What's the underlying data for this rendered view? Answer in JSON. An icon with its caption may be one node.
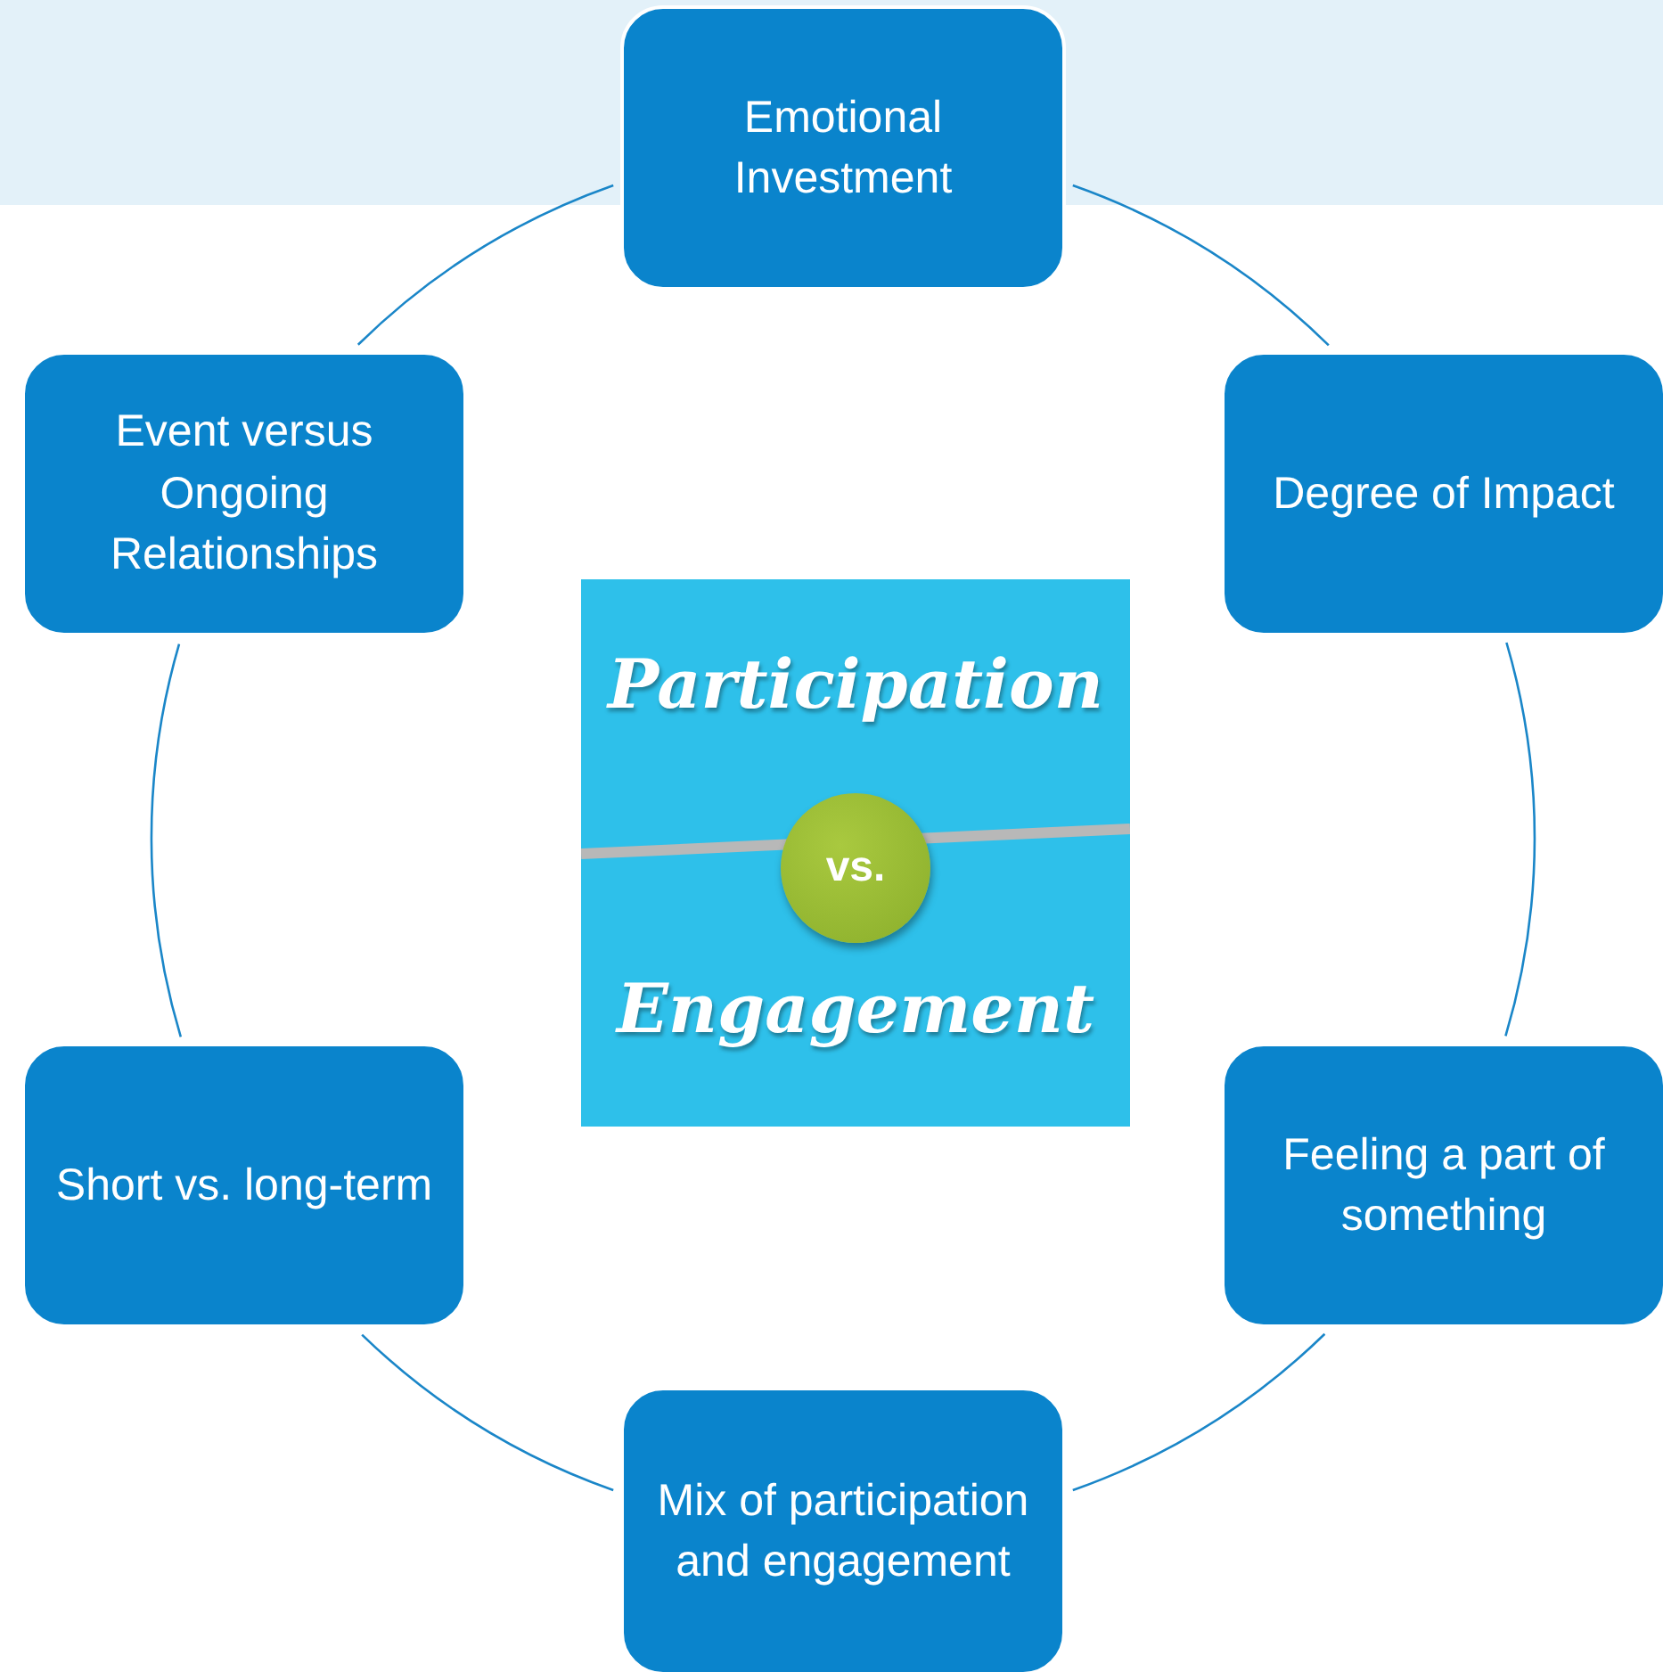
{
  "diagram": {
    "nodes": [
      {
        "text": [
          "Emotional Investment"
        ]
      },
      {
        "text": [
          "Degree of Impact"
        ]
      },
      {
        "text": [
          "Feeling a part of something"
        ]
      },
      {
        "text": [
          "Mix of participation and engagement"
        ]
      },
      {
        "text": [
          "Short vs. long-term"
        ]
      },
      {
        "text": [
          "Event versus Ongoing Relationships"
        ]
      },
      {
        "text": [
          "Participation",
          "vs.",
          "Engagement"
        ]
      }
    ],
    "edges": [
      {
        "from": 0,
        "to": 1,
        "arrow": "none"
      },
      {
        "from": 1,
        "to": 2,
        "arrow": "none"
      },
      {
        "from": 2,
        "to": 3,
        "arrow": "none"
      },
      {
        "from": 3,
        "to": 4,
        "arrow": "none"
      },
      {
        "from": 4,
        "to": 5,
        "arrow": "none"
      },
      {
        "from": 5,
        "to": 0,
        "arrow": "none"
      }
    ]
  }
}
